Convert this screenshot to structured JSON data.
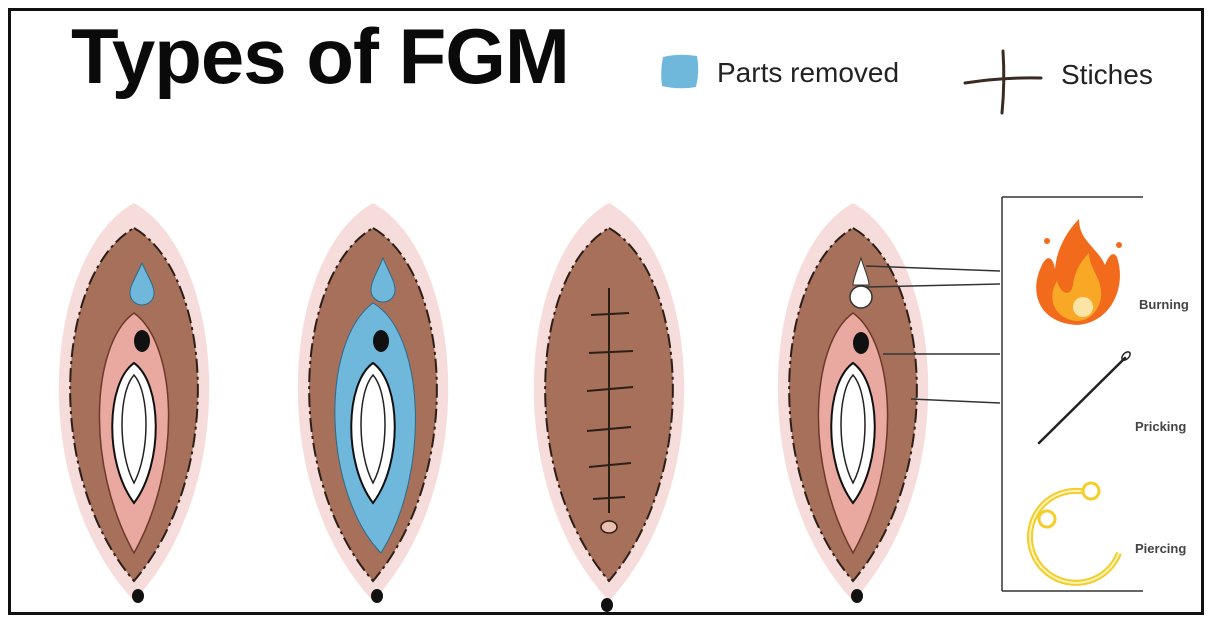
{
  "title": "Types of FGM",
  "legend": {
    "removed_label": "Parts removed",
    "stitches_label": "Stiches",
    "removed_color": "#6fb8dc",
    "stitch_color": "#3a2b22"
  },
  "methods": {
    "burning_label": "Burning",
    "pricking_label": "Pricking",
    "piercing_label": "Piercing",
    "burning_icon": "fire-icon",
    "pricking_icon": "needle-icon",
    "piercing_icon": "ring-icon"
  },
  "colors": {
    "halo": "#f7dcdc",
    "skin": "#a7705a",
    "inner_pink": "#e9a9a0",
    "removed_blue": "#6fb8dc",
    "ring_yellow": "#f3cd2a"
  },
  "diagrams": [
    "type-1",
    "type-2",
    "type-3",
    "type-4"
  ]
}
